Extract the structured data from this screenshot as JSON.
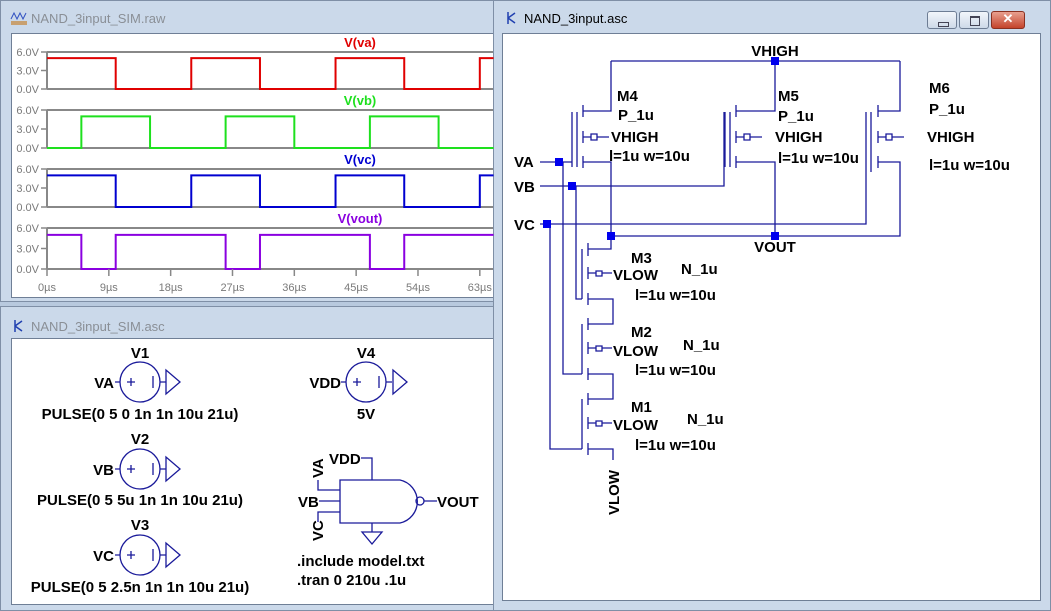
{
  "waveform_window": {
    "title": "NAND_3input_SIM.raw",
    "icon": "waveform-icon",
    "y_tick_labels": [
      "6.0V",
      "3.0V",
      "0.0V"
    ],
    "x_tick_labels": [
      "0µs",
      "9µs",
      "18µs",
      "27µs",
      "36µs",
      "45µs",
      "54µs",
      "63µs"
    ]
  },
  "chart_data": {
    "type": "line",
    "xlabel": "",
    "ylabel": "",
    "xlim": [
      0,
      65
    ],
    "ylim": [
      0,
      6
    ],
    "x_ticks": [
      0,
      9,
      18,
      27,
      36,
      45,
      54,
      63
    ],
    "y_ticks": [
      0,
      3,
      6
    ],
    "grid": false,
    "series": [
      {
        "name": "V(va)",
        "color": "#e00000",
        "points": [
          [
            0,
            5
          ],
          [
            10,
            5
          ],
          [
            10,
            0
          ],
          [
            21,
            0
          ],
          [
            21,
            5
          ],
          [
            31,
            5
          ],
          [
            31,
            0
          ],
          [
            42,
            0
          ],
          [
            42,
            5
          ],
          [
            52,
            5
          ],
          [
            52,
            0
          ],
          [
            63,
            0
          ],
          [
            63,
            5
          ],
          [
            65,
            5
          ]
        ]
      },
      {
        "name": "V(vb)",
        "color": "#1ee01e",
        "points": [
          [
            0,
            0
          ],
          [
            5,
            0
          ],
          [
            5,
            5
          ],
          [
            15,
            5
          ],
          [
            15,
            0
          ],
          [
            26,
            0
          ],
          [
            26,
            5
          ],
          [
            36,
            5
          ],
          [
            36,
            0
          ],
          [
            47,
            0
          ],
          [
            47,
            5
          ],
          [
            57,
            5
          ],
          [
            57,
            0
          ],
          [
            65,
            0
          ]
        ]
      },
      {
        "name": "V(vc)",
        "color": "#0000d0",
        "points": [
          [
            0,
            5
          ],
          [
            10,
            5
          ],
          [
            10,
            0
          ],
          [
            21,
            0
          ],
          [
            21,
            5
          ],
          [
            31,
            5
          ],
          [
            31,
            0
          ],
          [
            42,
            0
          ],
          [
            42,
            5
          ],
          [
            52,
            5
          ],
          [
            52,
            0
          ],
          [
            63,
            0
          ],
          [
            63,
            5
          ],
          [
            65,
            5
          ]
        ]
      },
      {
        "name": "V(vout)",
        "color": "#8a00e0",
        "points": [
          [
            0,
            5
          ],
          [
            5,
            5
          ],
          [
            5,
            0
          ],
          [
            10,
            0
          ],
          [
            10,
            5
          ],
          [
            26,
            5
          ],
          [
            26,
            0
          ],
          [
            31,
            0
          ],
          [
            31,
            5
          ],
          [
            47,
            5
          ],
          [
            47,
            0
          ],
          [
            52,
            0
          ],
          [
            52,
            5
          ],
          [
            65,
            5
          ]
        ]
      }
    ]
  },
  "sim_window": {
    "title": "NAND_3input_SIM.asc",
    "icon": "transistor-icon",
    "sources": [
      {
        "ref": "V1",
        "net": "VA",
        "value": "PULSE(0 5 0 1n 1n 10u 21u)"
      },
      {
        "ref": "V2",
        "net": "VB",
        "value": "PULSE(0 5 5u 1n 1n 10u 21u)"
      },
      {
        "ref": "V3",
        "net": "VC",
        "value": "PULSE(0 5 2.5n 1n 1n 10u 21u)"
      },
      {
        "ref": "V4",
        "net": "VDD",
        "value": "5V"
      }
    ],
    "gate": {
      "in_a": "VA",
      "in_b": "VB",
      "in_c": "VC",
      "vdd": "VDD",
      "out": "VOUT"
    },
    "directives": [
      ".include model.txt",
      ".tran 0 210u .1u"
    ]
  },
  "schematic_window": {
    "title": "NAND_3input.asc",
    "icon": "transistor-icon",
    "nets": {
      "vhigh": "VHIGH",
      "vout": "VOUT",
      "vlow": "VLOW",
      "va": "VA",
      "vb": "VB",
      "vc": "VC"
    },
    "pmos": [
      {
        "ref": "M4",
        "model": "P_1u",
        "body": "VHIGH",
        "params": "l=1u w=10u"
      },
      {
        "ref": "M5",
        "model": "P_1u",
        "body": "VHIGH",
        "params": "l=1u w=10u"
      },
      {
        "ref": "M6",
        "model": "P_1u",
        "body": "VHIGH",
        "params": "l=1u w=10u"
      }
    ],
    "nmos": [
      {
        "ref": "M3",
        "model": "N_1u",
        "body": "VLOW",
        "params": "l=1u w=10u"
      },
      {
        "ref": "M2",
        "model": "N_1u",
        "body": "VLOW",
        "params": "l=1u w=10u"
      },
      {
        "ref": "M1",
        "model": "N_1u",
        "body": "VLOW",
        "params": "l=1u w=10u"
      }
    ],
    "buttons": {
      "minimize": "minimize-icon",
      "maximize": "maximize-icon",
      "close": "close-icon"
    }
  }
}
